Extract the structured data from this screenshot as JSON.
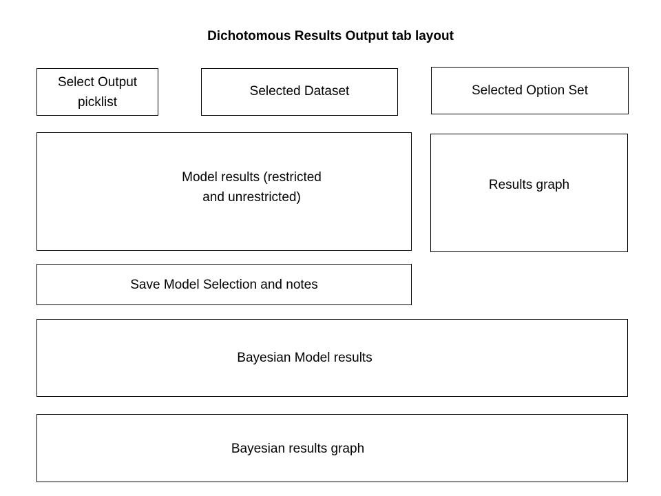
{
  "diagram": {
    "title": "Dichotomous Results Output tab layout",
    "boxes": {
      "select_output_picklist": "Select Output\npicklist",
      "selected_dataset": "Selected Dataset",
      "selected_option_set": "Selected Option Set",
      "model_results": "Model results (restricted\nand unrestricted)",
      "results_graph": "Results graph",
      "save_model_selection": "Save Model Selection and notes",
      "bayesian_model_results": "Bayesian Model results",
      "bayesian_results_graph": "Bayesian results graph"
    }
  }
}
